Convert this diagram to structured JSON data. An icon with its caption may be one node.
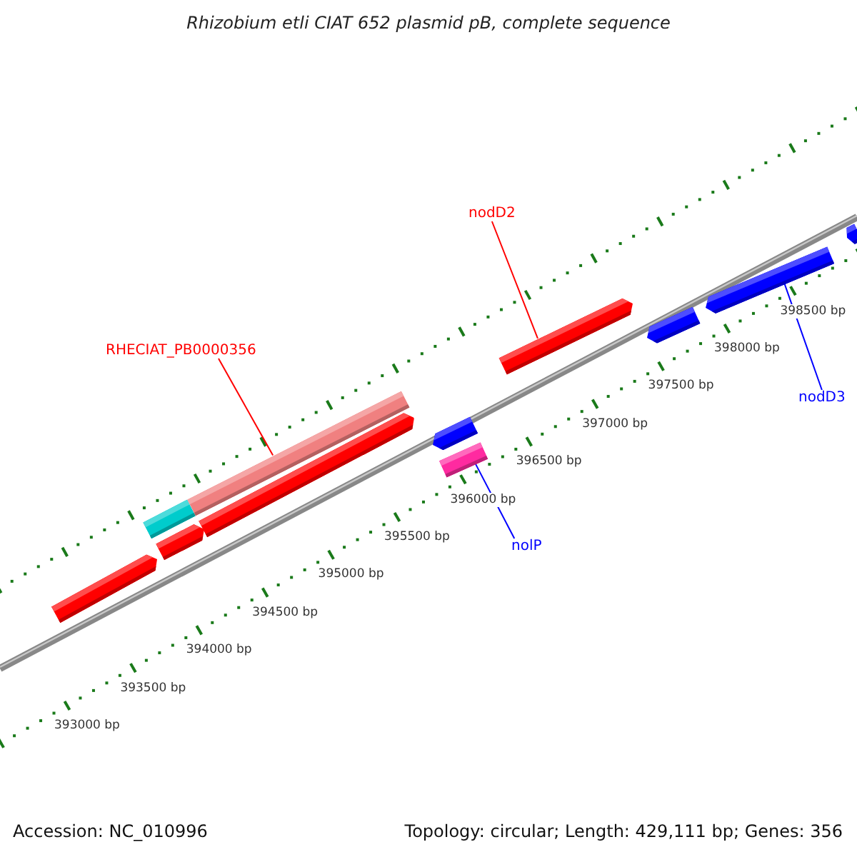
{
  "diagram": {
    "title": "Rhizobium etli CIAT 652 plasmid pB, complete sequence",
    "nodes": [
      {
        "text": [
          "nodD2"
        ]
      },
      {
        "text": [
          "RHECIAT_PB0000356"
        ]
      },
      {
        "text": [],
        "shape": "bar"
      },
      {
        "text": [],
        "shape": "bar"
      },
      {
        "text": [],
        "shape": "bar"
      },
      {
        "text": [],
        "shape": "bar"
      },
      {
        "text": [],
        "shape": "bar"
      },
      {
        "text": [],
        "shape": "bar"
      },
      {
        "text": [],
        "shape": "bar"
      },
      {
        "text": [],
        "shape": "bar"
      },
      {
        "text": [],
        "shape": "bar"
      },
      {
        "text": [],
        "shape": "bar"
      },
      {
        "text": [],
        "shape": "bar"
      },
      {
        "text": [
          "nodD3"
        ]
      },
      {
        "text": [
          "nolP"
        ]
      }
    ],
    "edges": [
      {
        "from": 0,
        "to": 9,
        "arrow": "none",
        "color": "#ff0000"
      },
      {
        "from": 1,
        "to": 5,
        "arrow": "none",
        "color": "#ff0000"
      },
      {
        "from": 13,
        "to": 11,
        "arrow": "none",
        "color": "#0000ff"
      },
      {
        "from": 14,
        "to": 8,
        "arrow": "none",
        "color": "#0000ff"
      }
    ],
    "labels": [
      "398500 bp",
      "398000 bp",
      "397500 bp",
      "397000 bp",
      "396500 bp",
      "396000 bp",
      "395500 bp",
      "395000 bp",
      "394500 bp",
      "394000 bp",
      "393500 bp",
      "393000 bp",
      "Accession: NC_010996",
      "Topology: circular; Length: 429,111 bp; Genes: 356"
    ]
  }
}
